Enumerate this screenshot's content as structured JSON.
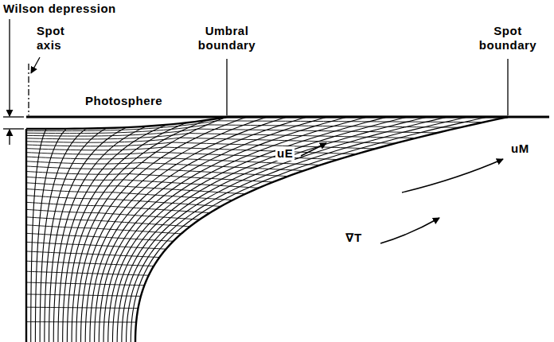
{
  "diagram": {
    "labels": [
      "Wilson depression",
      "Spot axis",
      "Umbral boundary",
      "Spot boundary",
      "Photosphere",
      "uE",
      "uM",
      "∇T"
    ]
  }
}
